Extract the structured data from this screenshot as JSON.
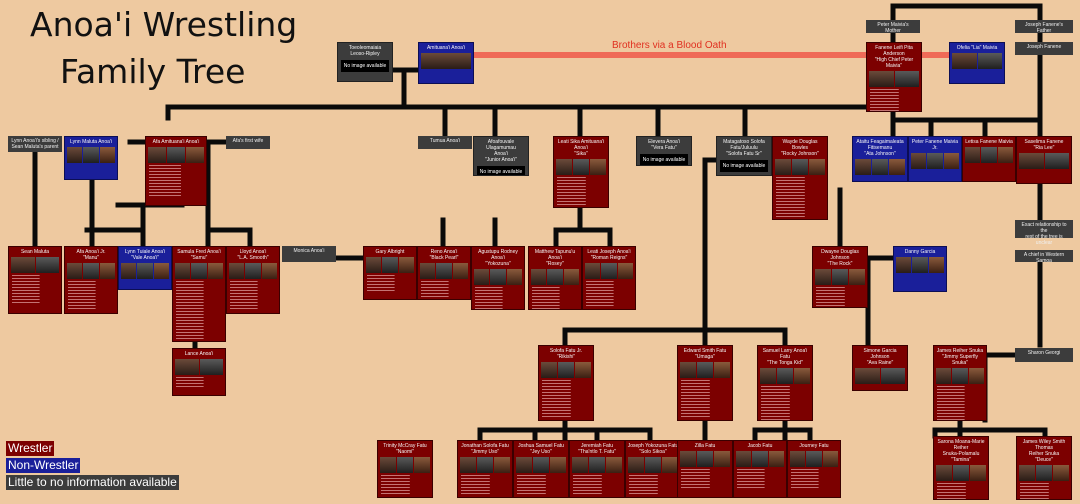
{
  "title_line1": "Anoa'i Wrestling",
  "title_line2": "Family Tree",
  "blood_oath": "Brothers via a Blood Oath",
  "no_image": "No image available",
  "legend": {
    "wrestler": "Wrestler",
    "non_wrestler": "Non-Wrestler",
    "little_info": "Little to no information available"
  },
  "colors": {
    "wrestler": "#7c0000",
    "non_wrestler": "#1a1f9a",
    "little_info": "#3c3c3c",
    "background": "#eec9a0",
    "blood_oath_line": "#f06050"
  },
  "people": {
    "toeolesulusulu": "Toeoleomaiaia\nLeoso-Ripley",
    "amituanai": "Amituana'i Anoa'i",
    "mother": "Peter Maivia's Mother",
    "father": "Joseph Fanene's Father",
    "peter": "Fanene Leifi Pita Anderson\n\"High Chief Peter Maivia\"",
    "ofelia": "Ofelia \"Lia\" Maivia",
    "joseph": "Joseph Fanene",
    "lynn_sibling": "Lynn Anoa'i's sibling /\nSean Maluta's parent",
    "lynn_maluta": "Lynn Maluta Anoa'i",
    "afa": "Afa Amituana'i Anoa'i",
    "afa_wife": "Afa's first wife",
    "tumua": "Tumua Anoa'i",
    "afoafouvale": "Afoafouvale Ulagamumau\nAnoa'i\n\"Junior Anoa'i\"",
    "sika": "Leati Sika Amituana'i Anoa'i\n\"Sika\"",
    "elevera": "Elevera Anoa'i\n\"Vera Fatu\"",
    "matagatoso": "Matagatoso Solofa\nFatu/Juluulu\n\"Solofa Fatu Sr\"",
    "wayde": "Wayde Douglas Bowles\n\"Rocky Johnson\"",
    "ata": "Ataitu Feagaimaleata\nFitisemanu\n\"Ata Johnson\"",
    "peter_fanene": "Peter Fanene Maivia Jr.",
    "letisa": "Letisa Fanene Maivia",
    "saselima": "Saselima Fanene\n\"Ria Lee\"",
    "sean": "Sean Maluta",
    "afa_jr": "Afa Anoa'i Jr.\n\"Manu\"",
    "lynn_tuiale": "Lynn Tuiale Anoa'i\n\"Vale Anoa'i\"",
    "samu": "Samula Fred Anoa'i\n\"Samu\"",
    "lloyd": "Lloyd Anoa'i\n\"L.A. Smooth\"",
    "monica": "Monica Anoa'i",
    "gary": "Gary Albright",
    "reno": "Reno Anoa'i\n\"Black Pearl\"",
    "agustupu": "Agustupu Rodney Anoa'i\n\"Yokozuna\"",
    "matthew": "Matthew Tapunu'u Anoa'i\n\"Rosey\"",
    "leati": "Leati Joseph Anoa'i\n\"Roman Reigns\"",
    "dwayne": "Dwayne Douglas Johnson\n\"The Rock\"",
    "dany": "Danny Garcia",
    "exact_note": "Exact relationship to the\nrest of the tree is unclear",
    "chief_note": "A chief in Western Samoa",
    "lance": "Lance Anoa'i",
    "solofa_jr": "Solofa Fatu Jr.\n\"Rikishi\"",
    "edward": "Edward Smith Fatu\n\"Umaga\"",
    "samuel": "Samuel Larry Anoa'i Fatu\n\"The Tonga Kid\"",
    "simone": "Simone Garcia Johnson\n\"Ava Raine\"",
    "james": "James Reiher Snuka\n\"Jimmy Superfly Snuka\"",
    "sharon": "Sharon Georgi",
    "trinity": "Trinity McCray Fatu\n\"Naomi\"",
    "jonathan": "Jonathan Solofa Fatu\n\"Jimmy Uso\"",
    "joshua": "Joshua Samuel Fatu\n\"Jey Uso\"",
    "jeremiah": "Jeremiah Fatu\n\"Tha'ntlo T. Fatu\"",
    "joseph_solo": "Joseph Yokozuna Fatu\n\"Solo Sikoa\"",
    "zilla": "Zilla Fatu",
    "jacob": "Jacob Fatu",
    "journey": "Journey Fatu",
    "sarona": "Sarona Moana-Marie Reiher\nSnuka-Polamalu\n\"Tamina\"",
    "james_jr": "James Wiley Smith Thomas\nReiher Snuka\n\"Deuce\""
  }
}
